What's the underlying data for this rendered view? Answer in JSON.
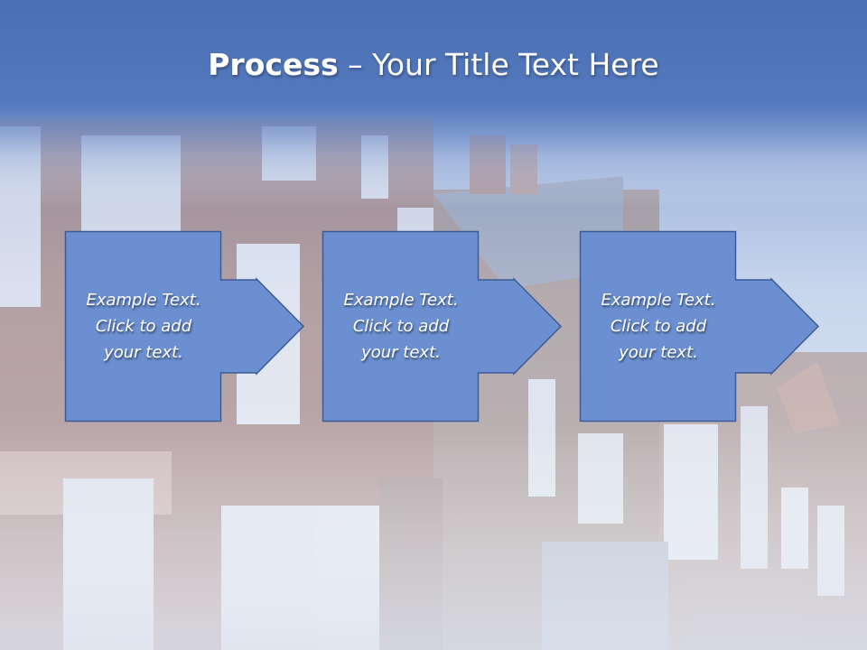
{
  "slide": {
    "title_bold": "Process",
    "title_rest": " – Your Title Text Here",
    "steps": [
      {
        "text": "Example Text.\nClick  to add\nyour text."
      },
      {
        "text": "Example Text.\nClick  to add\nyour text."
      },
      {
        "text": "Example Text.\nClick  to add\nyour text."
      }
    ]
  },
  "colors": {
    "header_blue": "#4f74b8",
    "box_fill": "#6b8fd0",
    "box_stroke": "#3d5c96"
  }
}
